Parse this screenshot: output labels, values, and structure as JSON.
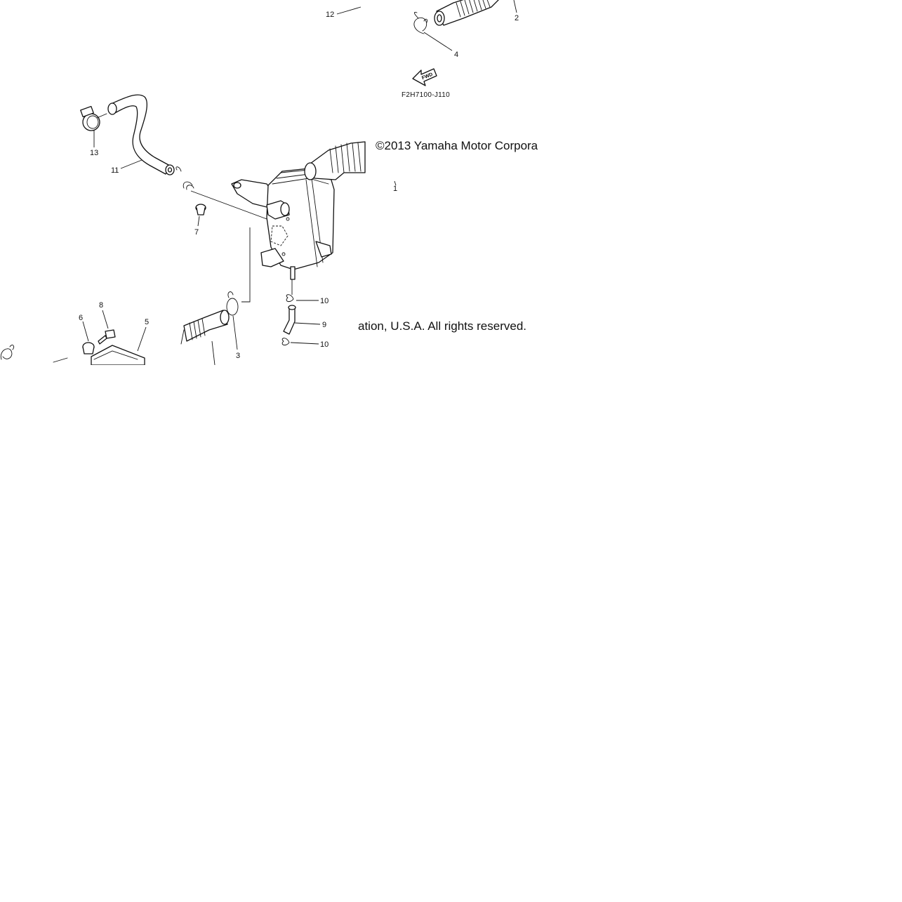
{
  "diagram": {
    "copyright_line_1": "©2013 Yamaha Motor Corpora",
    "copyright_line_2": "ation, U.S.A. All rights reserved.",
    "figure_code": "F2H7100-J110",
    "fwd_label": "FWD",
    "callouts": {
      "c1": "1",
      "c2": "2",
      "c3": "3",
      "c4": "4",
      "c5": "5",
      "c6": "6",
      "c7": "7",
      "c8": "8",
      "c9": "9",
      "c10a": "10",
      "c10b": "10",
      "c11": "11",
      "c12": "12",
      "c13": "13"
    }
  }
}
